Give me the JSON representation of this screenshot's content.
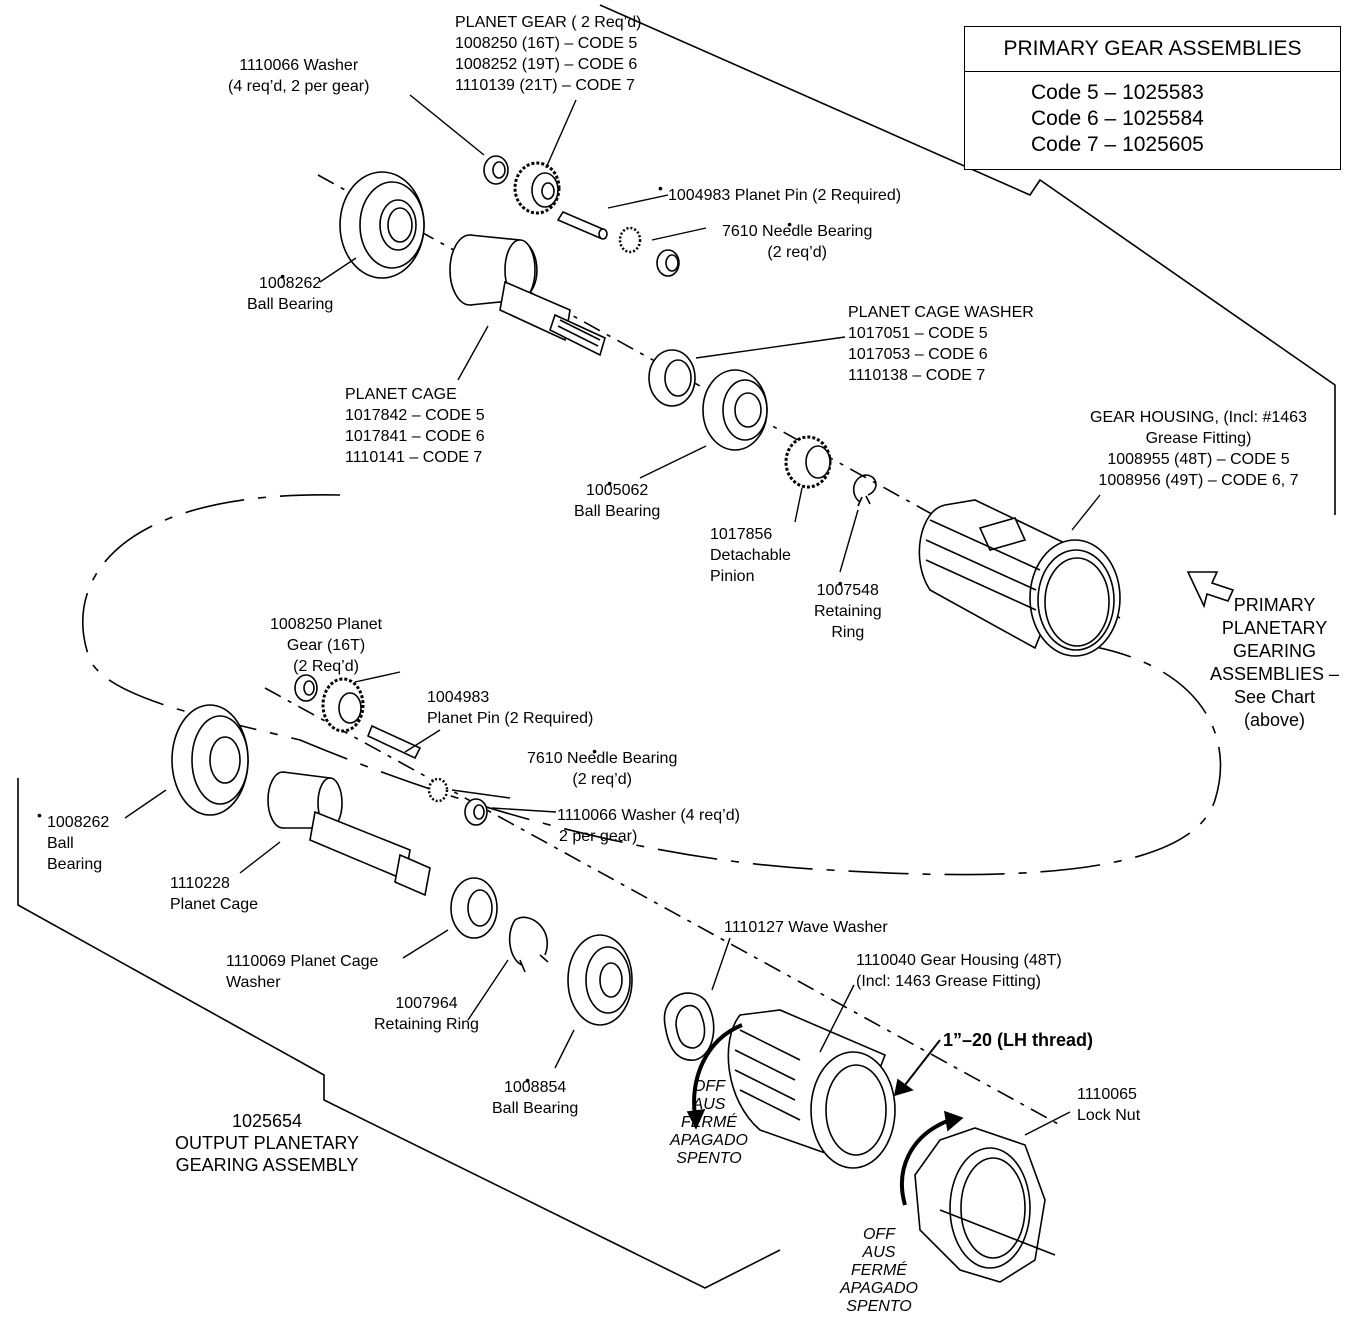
{
  "chart": {
    "title": "PRIMARY GEAR ASSEMBLIES",
    "rows": [
      "Code 5 – 1025583",
      "Code 6 – 1025584",
      "Code 7 – 1025605"
    ]
  },
  "primary": {
    "planet_gear": [
      "PLANET GEAR ( 2 Req’d)",
      "1008250 (16T) – CODE 5",
      "1008252 (19T) – CODE 6",
      "1110139 (21T) – CODE 7"
    ],
    "washer": [
      "1110066 Washer",
      "(4 req’d, 2 per gear)"
    ],
    "planet_pin": "1004983 Planet Pin (2 Required)",
    "needle_bearing": [
      "7610 Needle Bearing",
      "(2 req’d)"
    ],
    "ball_bearing_1": [
      "1008262",
      "Ball Bearing"
    ],
    "planet_cage": [
      "PLANET CAGE",
      "1017842 – CODE 5",
      "1017841 – CODE 6",
      "1110141 – CODE 7"
    ],
    "cage_washer": [
      "PLANET CAGE WASHER",
      "1017051 – CODE 5",
      "1017053 – CODE 6",
      "1110138 – CODE 7"
    ],
    "gear_housing": [
      "GEAR HOUSING, (Incl: #1463",
      "Grease Fitting)",
      "1008955 (48T) – CODE 5",
      "1008956 (49T) – CODE 6, 7"
    ],
    "ball_bearing_2": [
      "1005062",
      "Ball Bearing"
    ],
    "pinion": [
      "1017856",
      "Detachable",
      "Pinion"
    ],
    "retaining_ring": [
      "1007548",
      "Retaining",
      "Ring"
    ],
    "callout": [
      "PRIMARY",
      "PLANETARY",
      "GEARING",
      "ASSEMBLIES –",
      "See Chart",
      "(above)"
    ]
  },
  "output": {
    "planet_gear": [
      "1008250 Planet",
      "Gear (16T)",
      "(2 Req’d)"
    ],
    "planet_pin": [
      "1004983",
      "Planet Pin (2 Required)"
    ],
    "needle_bearing": [
      "7610 Needle Bearing",
      "(2 req’d)"
    ],
    "washer": [
      "1110066 Washer (4 req’d)",
      "2 per gear)"
    ],
    "ball_bearing_1": [
      "1008262",
      "Ball",
      "Bearing"
    ],
    "planet_cage": [
      "1110228",
      "Planet Cage"
    ],
    "cage_washer": [
      "1110069 Planet Cage",
      "Washer"
    ],
    "retaining_ring": [
      "1007964",
      "Retaining Ring"
    ],
    "ball_bearing_2": [
      "1008854",
      "Ball Bearing"
    ],
    "wave_washer": "1110127 Wave Washer",
    "gear_housing": [
      "1110040 Gear Housing  (48T)",
      "(Incl: 1463 Grease Fitting)"
    ],
    "thread": "1”–20 (LH thread)",
    "lock_nut": [
      "1110065",
      "Lock Nut"
    ],
    "off_1": [
      "OFF",
      "AUS",
      "FERMÉ",
      "APAGADO",
      "SPENTO"
    ],
    "off_2": [
      "OFF",
      "AUS",
      "FERMÉ",
      "APAGADO",
      "SPENTO"
    ],
    "assembly": [
      "1025654",
      "OUTPUT PLANETARY",
      "GEARING ASSEMBLY"
    ]
  }
}
